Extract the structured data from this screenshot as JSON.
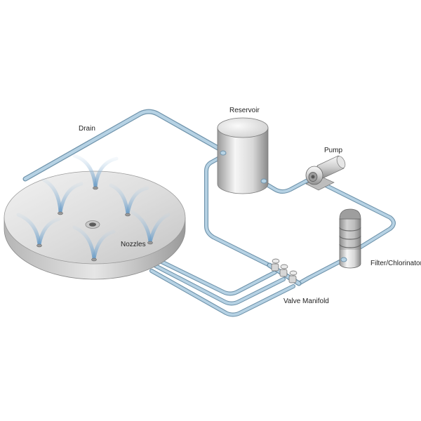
{
  "labels": {
    "drain": "Drain",
    "reservoir": "Reservoir",
    "pump": "Pump",
    "filter": "Filter/Chlorinator",
    "nozzles": "Nozzles",
    "manifold": "Valve Manifold"
  },
  "colors": {
    "pipe": "#a9c8dc",
    "pipe_edge": "#6f93ab",
    "tank_light": "#f4f4f4",
    "tank_dark": "#8c8c8c",
    "disc_top": "#dedede",
    "disc_edge": "#9a9a9a",
    "water": "#9cc0dd"
  }
}
